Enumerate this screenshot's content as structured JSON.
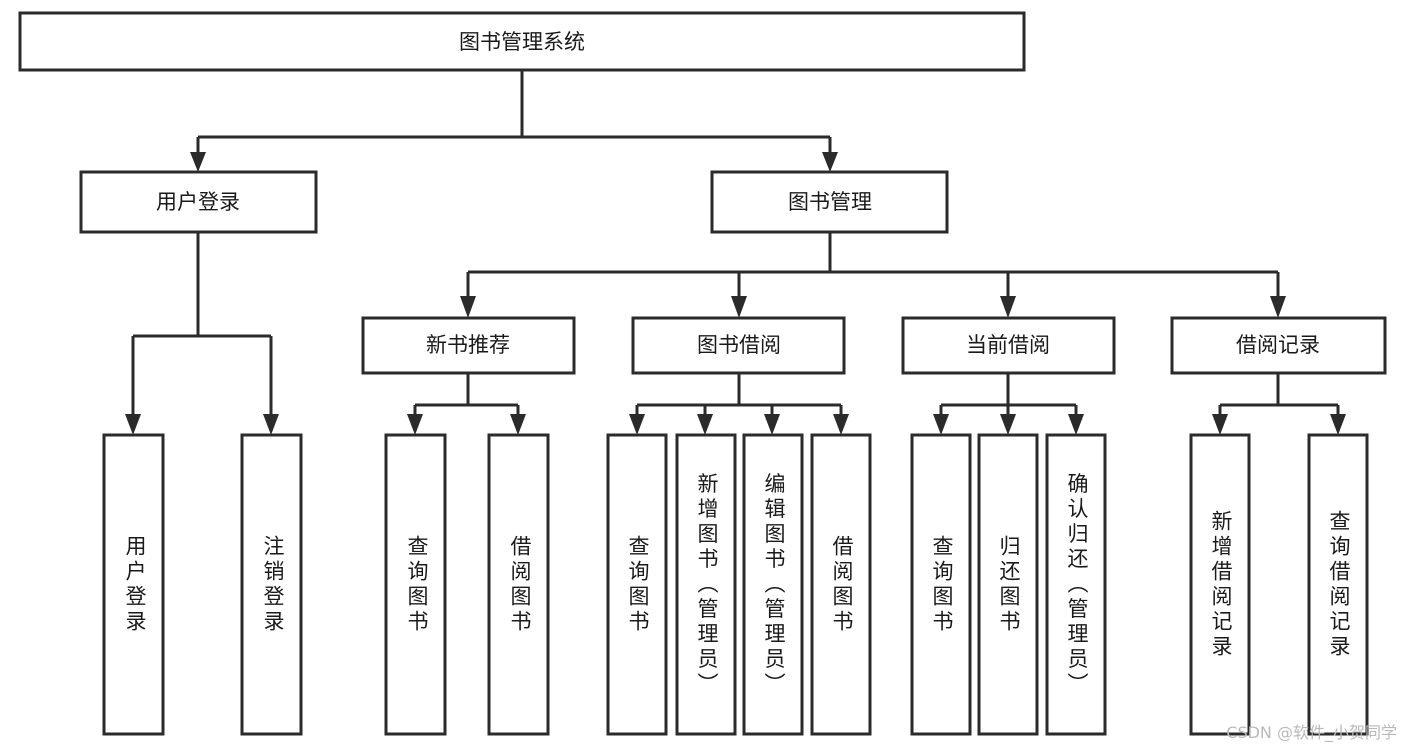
{
  "diagram": {
    "title": "图书管理系统",
    "type": "tree",
    "watermark": "CSDN @软件_小贺同学",
    "colors": {
      "stroke": "#2b2b2b",
      "fill": "#ffffff",
      "text": "#1a1a1a",
      "watermark": "#b9b9b9"
    },
    "root": {
      "id": "root",
      "label": "图书管理系统",
      "orientation": "horizontal"
    },
    "level1": [
      {
        "id": "user-login",
        "label": "用户登录",
        "orientation": "horizontal"
      },
      {
        "id": "book-manage",
        "label": "图书管理",
        "orientation": "horizontal"
      }
    ],
    "level2": [
      {
        "id": "new-book-recommend",
        "label": "新书推荐",
        "parent": "book-manage",
        "orientation": "horizontal"
      },
      {
        "id": "book-borrow",
        "label": "图书借阅",
        "parent": "book-manage",
        "orientation": "horizontal"
      },
      {
        "id": "current-borrow",
        "label": "当前借阅",
        "parent": "book-manage",
        "orientation": "horizontal"
      },
      {
        "id": "borrow-record",
        "label": "借阅记录",
        "parent": "book-manage",
        "orientation": "horizontal"
      }
    ],
    "leaves": [
      {
        "id": "leaf-user-login",
        "label": "用户登录",
        "parent": "user-login",
        "orientation": "vertical"
      },
      {
        "id": "leaf-user-logout",
        "label": "注销登录",
        "parent": "user-login",
        "orientation": "vertical"
      },
      {
        "id": "leaf-query-book-rec",
        "label": "查询图书",
        "parent": "new-book-recommend",
        "orientation": "vertical"
      },
      {
        "id": "leaf-borrow-book-rec",
        "label": "借阅图书",
        "parent": "new-book-recommend",
        "orientation": "vertical"
      },
      {
        "id": "leaf-query-book-borrow",
        "label": "查询图书",
        "parent": "book-borrow",
        "orientation": "vertical"
      },
      {
        "id": "leaf-add-book",
        "label": "新增图书（管理员）",
        "parent": "book-borrow",
        "orientation": "vertical"
      },
      {
        "id": "leaf-edit-book",
        "label": "编辑图书（管理员）",
        "parent": "book-borrow",
        "orientation": "vertical"
      },
      {
        "id": "leaf-borrow-book",
        "label": "借阅图书",
        "parent": "book-borrow",
        "orientation": "vertical"
      },
      {
        "id": "leaf-query-book-current",
        "label": "查询图书",
        "parent": "current-borrow",
        "orientation": "vertical"
      },
      {
        "id": "leaf-return-book",
        "label": "归还图书",
        "parent": "current-borrow",
        "orientation": "vertical"
      },
      {
        "id": "leaf-confirm-return",
        "label": "确认归还（管理员）",
        "parent": "current-borrow",
        "orientation": "vertical"
      },
      {
        "id": "leaf-add-record",
        "label": "新增借阅记录",
        "parent": "borrow-record",
        "orientation": "vertical"
      },
      {
        "id": "leaf-query-record",
        "label": "查询借阅记录",
        "parent": "borrow-record",
        "orientation": "vertical"
      }
    ]
  }
}
